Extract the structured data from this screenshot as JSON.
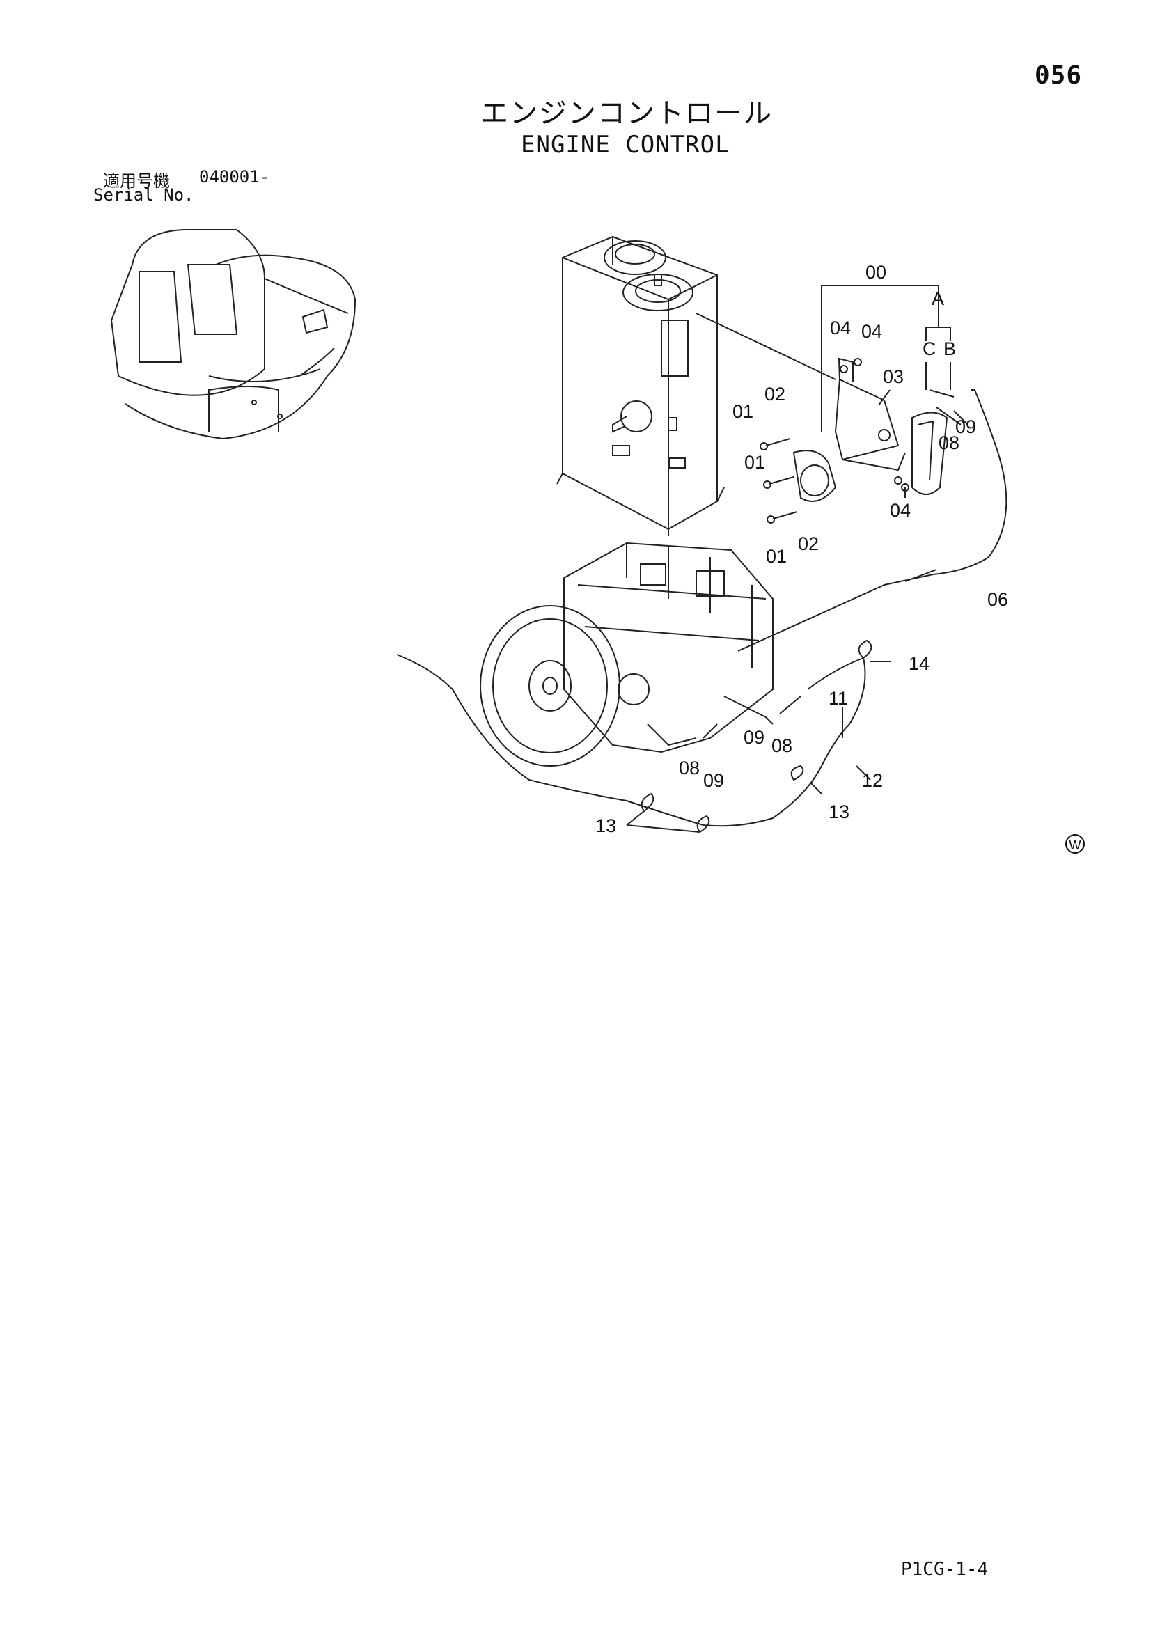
{
  "page_number": "056",
  "title_ja": "エンジンコントロール",
  "title_en": "ENGINE CONTROL",
  "serial": {
    "label_ja": "適用号機",
    "value": "040001-",
    "label_en": "Serial No."
  },
  "callouts": {
    "c00": "00",
    "cA": "A",
    "cC": "C",
    "cB": "B",
    "c04a": "04",
    "c04b": "04",
    "c03": "03",
    "c01a": "01",
    "c02a": "02",
    "c01b": "01",
    "c01c": "01",
    "c02b": "02",
    "c04c": "04",
    "c09a": "09",
    "c08a": "08",
    "c06": "06",
    "c14": "14",
    "c11": "11",
    "c12": "12",
    "c13a": "13",
    "c13b": "13",
    "c09b": "09",
    "c08b": "08",
    "c08c": "08",
    "c09c": "09"
  },
  "corner_mark": "W",
  "footer_code": "P1CG-1-4"
}
